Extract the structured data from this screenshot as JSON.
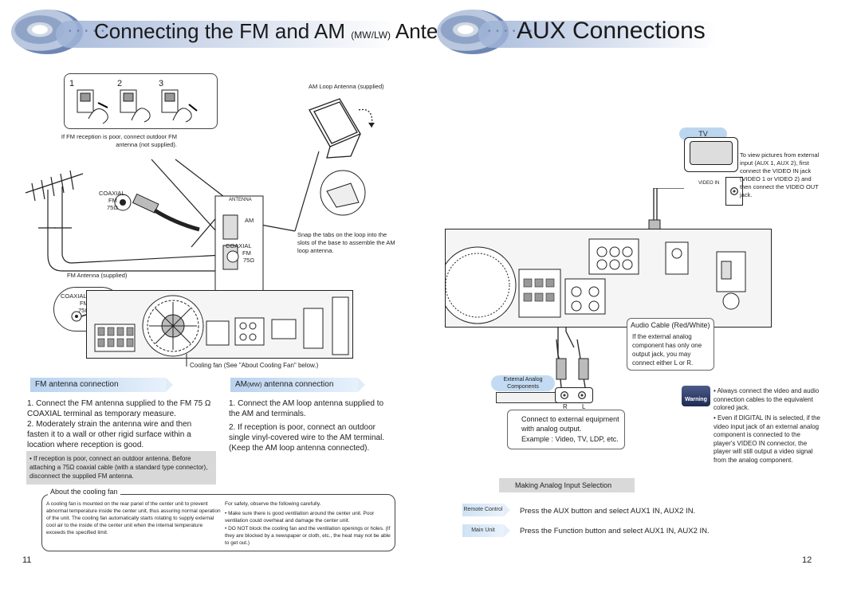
{
  "left_page": {
    "title_main": "Connecting the FM and AM",
    "title_paren": "(MW/LW)",
    "title_end": "Antennas",
    "steps": [
      "1",
      "2",
      "3"
    ],
    "am_loop_label": "AM Loop Antenna (supplied)",
    "fm_poor_note": "If FM reception is poor, connect outdoor FM antenna (not supplied).",
    "coaxial_label": "COAXIAL",
    "fm_label": "FM",
    "ohm75": "75Ω",
    "antenna_label": "ANTENNA",
    "am_label": "AM",
    "snap_tabs_note": "Snap the tabs on the loop into the slots of the base to assemble the AM loop antenna.",
    "fm_antenna_supplied": "FM Antenna (supplied)",
    "cooling_fan_label": "Cooling fan (See \"About Cooling Fan\" below.)",
    "fm_section": {
      "heading": "FM antenna connection",
      "items": [
        "1. Connect the FM antenna supplied to the FM 75 Ω COAXIAL terminal as temporary measure.",
        "2. Moderately strain the antenna wire and then fasten it to a wall or other rigid surface within a location where reception is good."
      ],
      "note": "• If reception is poor, connect an outdoor antenna. Before attaching a 75Ω coaxial cable (with a standard type connector), disconnect the supplied FM antenna."
    },
    "am_section": {
      "heading_pre": "AM",
      "heading_paren": "(MW)",
      "heading_post": "antenna connection",
      "items": [
        "1. Connect the AM loop antenna supplied to the AM and terminals.",
        "2. If reception is poor, connect an outdoor single vinyl-covered wire to the AM terminal. (Keep the AM loop antenna connected)."
      ]
    },
    "cooling_fan": {
      "heading": "About the cooling fan",
      "text": "A cooling fan is mounted on the rear panel of the center unit to prevent abnormal temperature inside the center unit, thus assuring normal operation of the unit. The cooling fan automatically starts rotating to supply external cool air to the inside of the center unit when the internal temperature exceeds the specified limit.",
      "safety_intro": "For safety, observe the following carefully.",
      "safety_items": [
        "• Make sure there is good ventilation around the center unit. Poor ventilation could overheat and damage the center unit.",
        "• DO NOT block the cooling fan and the ventilation openings or holes. (If they are blocked by a newspaper or cloth, etc., the heat may not be able to get out.)"
      ]
    },
    "page_number": "11"
  },
  "right_page": {
    "title": "AUX Connections",
    "tv_label": "TV",
    "video_in_label": "VIDEO IN",
    "tv_note": "To view pictures from external input (AUX 1, AUX 2), first connect the VIDEO IN jack (VIDEO 1 or VIDEO 2) and then connect the VIDEO OUT jack.",
    "audio_cable_label": "Audio Cable (Red/White)",
    "audio_cable_note": "If the external analog component has only one output jack, you may connect either L or R.",
    "external_analog_label": "External Analog Components",
    "r_label": "R",
    "l_label": "L",
    "connect_note": "Connect to external equipment with analog output.",
    "example_note": "Example : Video, TV, LDP, etc.",
    "warning_label": "Warning",
    "warnings": [
      "• Always connect the video and audio connection cables to the equivalent colored jack.",
      "• Even if DIGITAL IN is selected, if the video input jack of an external analog component is connected to the player's VIDEO IN connector, the player will still output a video signal from the analog component."
    ],
    "making_heading": "Making Analog Input Selection",
    "remote_tag": "Remote Control",
    "remote_text": "Press the AUX button and select AUX1 IN, AUX2 IN.",
    "main_tag": "Main Unit",
    "main_text": "Press the Function  button and select AUX1 IN, AUX2 IN.",
    "page_number": "12"
  }
}
